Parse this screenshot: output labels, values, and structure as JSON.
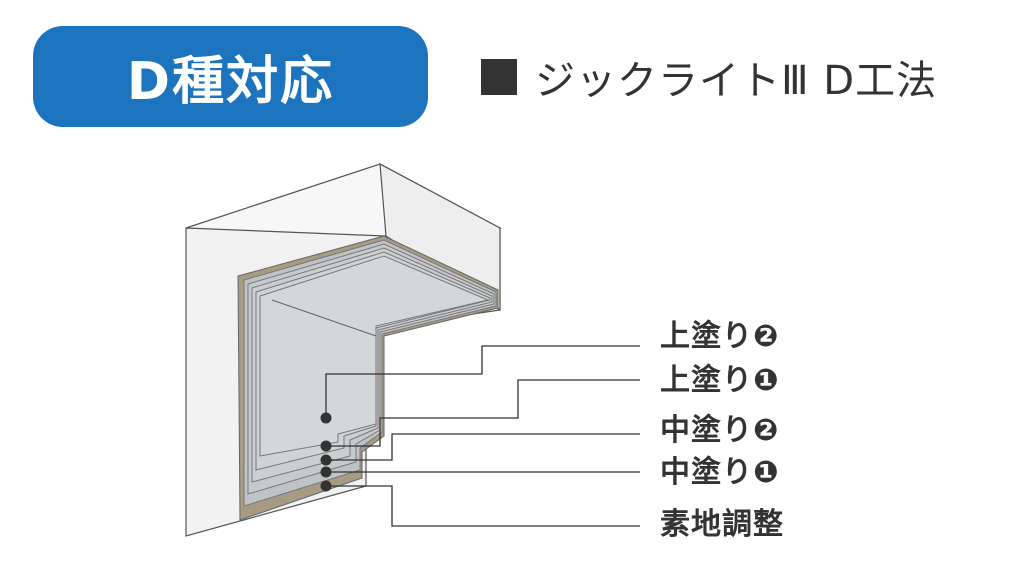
{
  "header": {
    "badge_text": "D種対応",
    "method_label": "ジックライトⅢ D工法"
  },
  "colors": {
    "badge": "#1b74bd",
    "substrate": "#a89b84",
    "coat": "#c9cdcf",
    "wall": "#f2f2f2",
    "text": "#333333"
  },
  "layers": [
    {
      "label": "上塗り❷"
    },
    {
      "label": "上塗り❶"
    },
    {
      "label": "中塗り❷"
    },
    {
      "label": "中塗り❶"
    },
    {
      "label": "素地調整"
    }
  ]
}
